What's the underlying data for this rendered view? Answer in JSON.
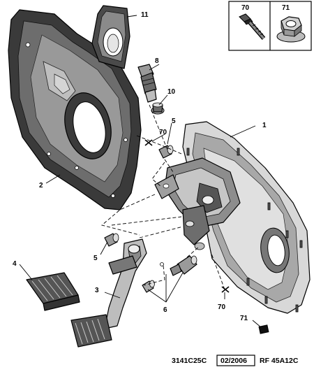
{
  "callouts": {
    "c1": "1",
    "c2": "2",
    "c3": "3",
    "c4": "4",
    "c5a": "5",
    "c5b": "5",
    "c6": "6",
    "c8": "8",
    "c10": "10",
    "c11": "11",
    "c70a": "70",
    "c70b": "70",
    "c71": "71"
  },
  "legend": {
    "bolt_ref": "70",
    "nut_ref": "71"
  },
  "footer": {
    "drawing_code": "3141C25C",
    "date": "02/2006",
    "reference": "RF 45A12C"
  },
  "icons": {
    "bolt": "flange-bolt-icon",
    "nut": "flange-nut-icon"
  }
}
